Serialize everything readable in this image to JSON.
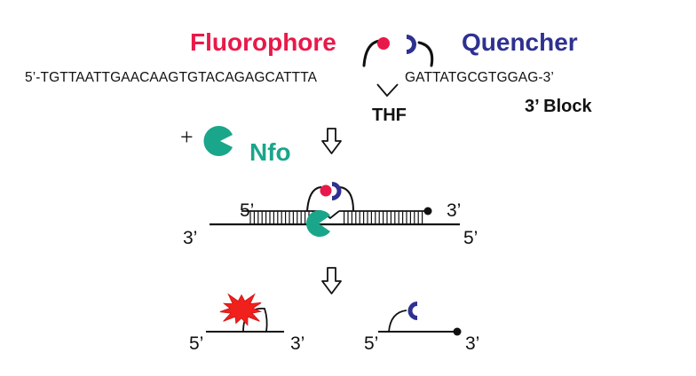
{
  "labels": {
    "fluorophore": "Fluorophore",
    "quencher": "Quencher",
    "thf": "THF",
    "three_prime_block": "3’ Block",
    "plus": "+",
    "enzyme": "Nfo"
  },
  "sequence": {
    "left": "5’-TGTTAATTGAACAAGTGTACAGAGCATTTA",
    "right": "GATTATGCGTGGAG-3’"
  },
  "duplex": {
    "top_five": "5’",
    "top_three": "3’",
    "bottom_three": "3’",
    "bottom_five": "5’"
  },
  "products": {
    "left_five": "5’",
    "left_three": "3’",
    "right_five": "5’",
    "right_three": "3’"
  },
  "colors": {
    "fluorophore": "#e8194a",
    "quencher": "#2e3191",
    "nfo": "#1aa68a",
    "burst": "#f0201c",
    "ink": "#111111"
  }
}
